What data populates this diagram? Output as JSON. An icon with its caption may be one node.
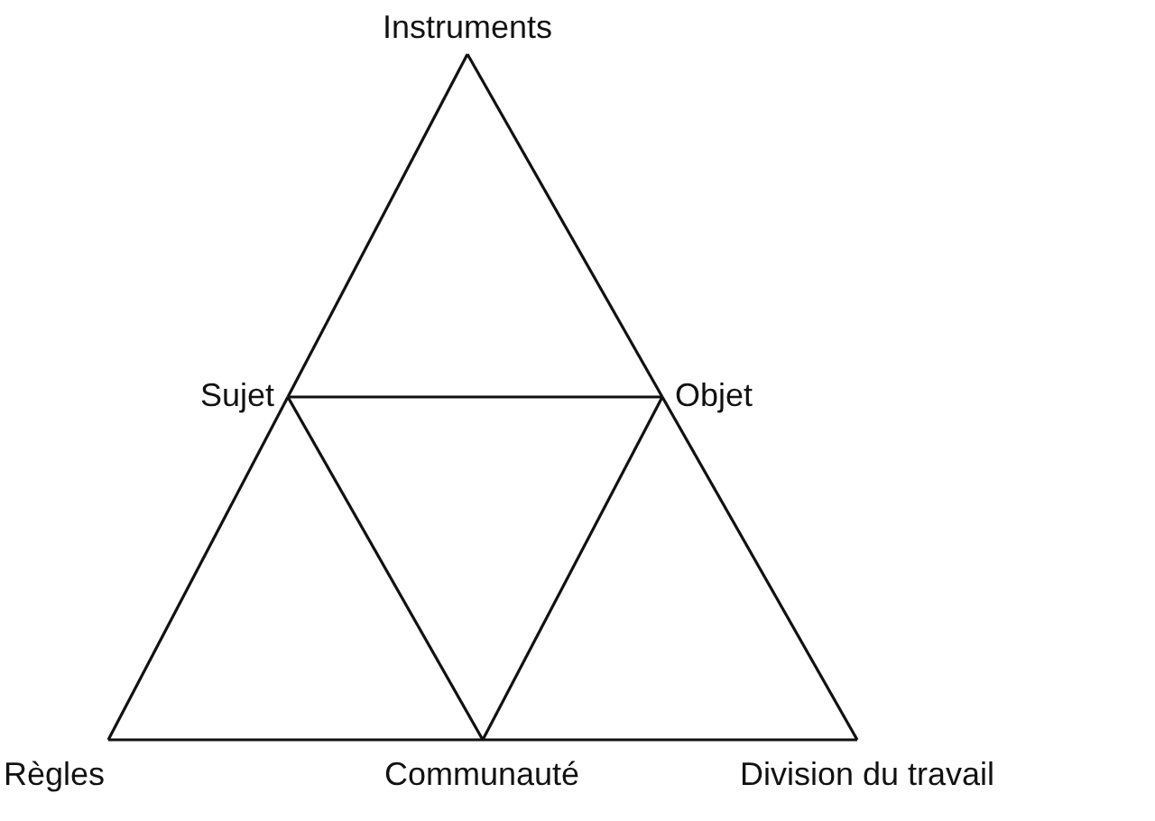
{
  "diagram": {
    "nodes": [
      {
        "text": [
          "Instruments"
        ]
      },
      {
        "text": [
          "Sujet"
        ]
      },
      {
        "text": [
          "Objet"
        ]
      },
      {
        "text": [
          "Règles"
        ]
      },
      {
        "text": [
          "Communauté"
        ]
      },
      {
        "text": [
          "Division du travail"
        ]
      }
    ],
    "edges": [
      {
        "from": 0,
        "to": 1,
        "arrow": "none"
      },
      {
        "from": 0,
        "to": 2,
        "arrow": "none"
      },
      {
        "from": 1,
        "to": 2,
        "arrow": "none"
      },
      {
        "from": 1,
        "to": 3,
        "arrow": "none"
      },
      {
        "from": 2,
        "to": 5,
        "arrow": "none"
      },
      {
        "from": 1,
        "to": 4,
        "arrow": "none"
      },
      {
        "from": 2,
        "to": 4,
        "arrow": "none"
      },
      {
        "from": 3,
        "to": 4,
        "arrow": "none"
      },
      {
        "from": 4,
        "to": 5,
        "arrow": "none"
      }
    ]
  }
}
